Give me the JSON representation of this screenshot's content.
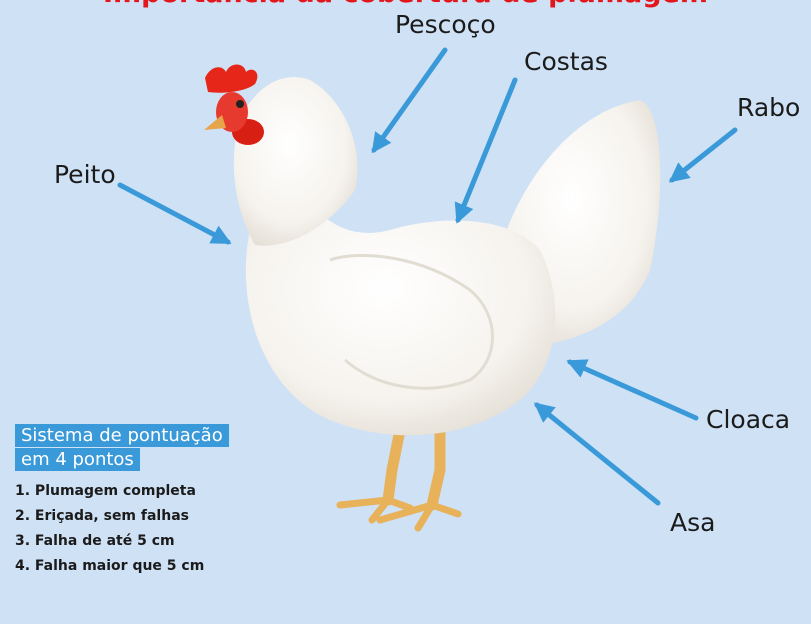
{
  "title": "Importância da cobertura de plumagem",
  "labels": {
    "pescoco": "Pescoço",
    "costas": "Costas",
    "rabo": "Rabo",
    "peito": "Peito",
    "cloaca": "Cloaca",
    "asa": "Asa"
  },
  "scoring": {
    "title_line1": "Sistema de pontuação",
    "title_line2": "em 4 pontos",
    "items": [
      "1. Plumagem completa",
      "2. Eriçada, sem falhas",
      "3. Falha de até 5 cm",
      "4. Falha maior que 5 cm"
    ]
  },
  "colors": {
    "background": "#cfe1f5",
    "arrow": "#3a9ad9",
    "title": "#e3161b",
    "badge": "#3a9ad9"
  }
}
